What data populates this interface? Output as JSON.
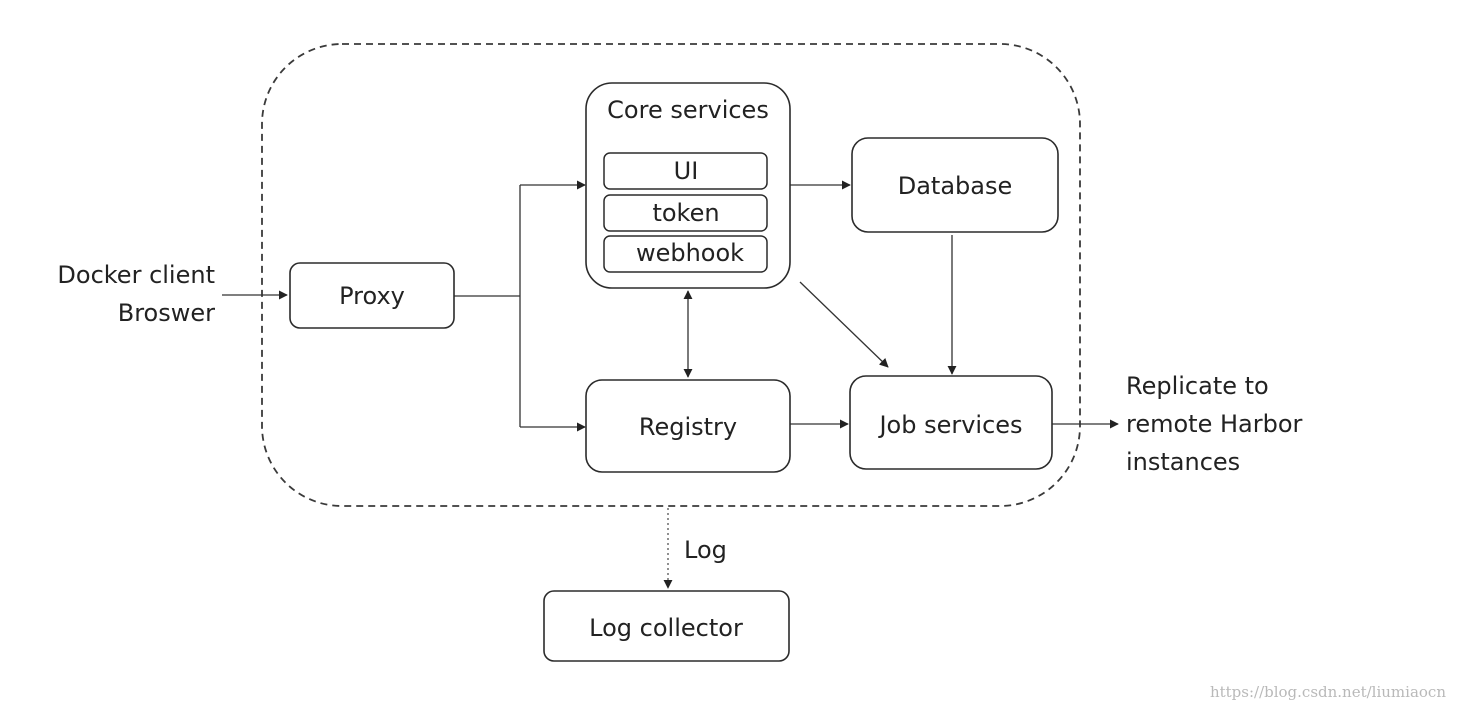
{
  "external": {
    "client_line1": "Docker client",
    "client_line2": "Broswer",
    "replicate_line1": "Replicate to",
    "replicate_line2": "remote Harbor",
    "replicate_line3": "instances"
  },
  "nodes": {
    "core": {
      "title": "Core services",
      "components": [
        "UI",
        "token",
        "webhook"
      ]
    },
    "database": "Database",
    "proxy": "Proxy",
    "registry": "Registry",
    "job": "Job services",
    "log_collector": "Log collector"
  },
  "edges": {
    "log_label": "Log"
  },
  "watermark": "https://blog.csdn.net/liumiaocn"
}
